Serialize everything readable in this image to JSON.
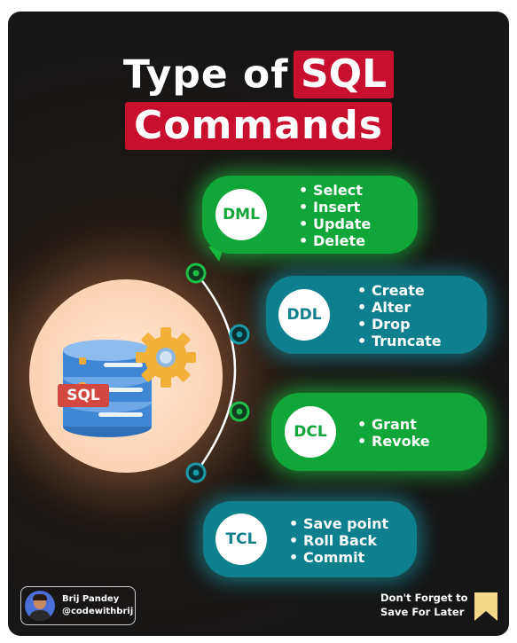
{
  "title": {
    "line1_prefix": "Type of",
    "line1_highlight": "SQL",
    "line2_highlight": "Commands"
  },
  "illustration": {
    "label": "SQL"
  },
  "categories": [
    {
      "abbr": "DML",
      "items": [
        "Select",
        "Insert",
        "Update",
        "Delete"
      ],
      "color": "#11a63a"
    },
    {
      "abbr": "DDL",
      "items": [
        "Create",
        "Alter",
        "Drop",
        "Truncate"
      ],
      "color": "#0e7f8c"
    },
    {
      "abbr": "DCL",
      "items": [
        "Grant",
        "Revoke"
      ],
      "color": "#11a63a"
    },
    {
      "abbr": "TCL",
      "items": [
        "Save point",
        "Roll Back",
        "Commit"
      ],
      "color": "#0e7f8c"
    }
  ],
  "author": {
    "name": "Brij Pandey",
    "handle": "@codewithbrij"
  },
  "cta": {
    "line1": "Don't Forget to",
    "line2": "Save For Later"
  },
  "colors": {
    "accent_red": "#c8102e",
    "green": "#11a63a",
    "teal": "#0e7f8c",
    "bookmark": "#f5d98a"
  }
}
